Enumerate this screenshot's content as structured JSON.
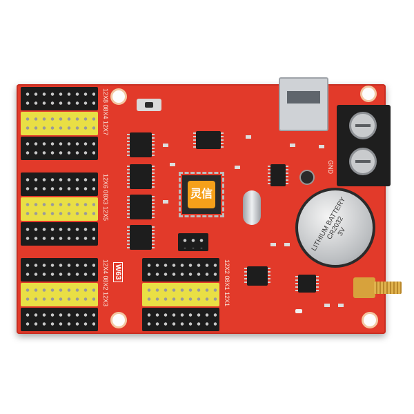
{
  "photo": {
    "subject": "LED display control board",
    "labels": {
      "header_group_1": "12X8 08X4 12X7",
      "header_group_2": "12X6 08X3 12X5",
      "header_group_3": "12X4 08X2 12X3",
      "header_group_4": "12X2 08X1 12X1",
      "model": "W63",
      "gnd": "GND",
      "battery_line1": "LITHIUM BATTERY",
      "battery_line2": "CR2032",
      "battery_line3": "3V",
      "mcu_logo": "灵信"
    },
    "colors": {
      "pcb": "#e23a2a",
      "header_black": "#1c1c1c",
      "header_yellow": "#e9df45",
      "brass": "#d7a23c"
    }
  }
}
